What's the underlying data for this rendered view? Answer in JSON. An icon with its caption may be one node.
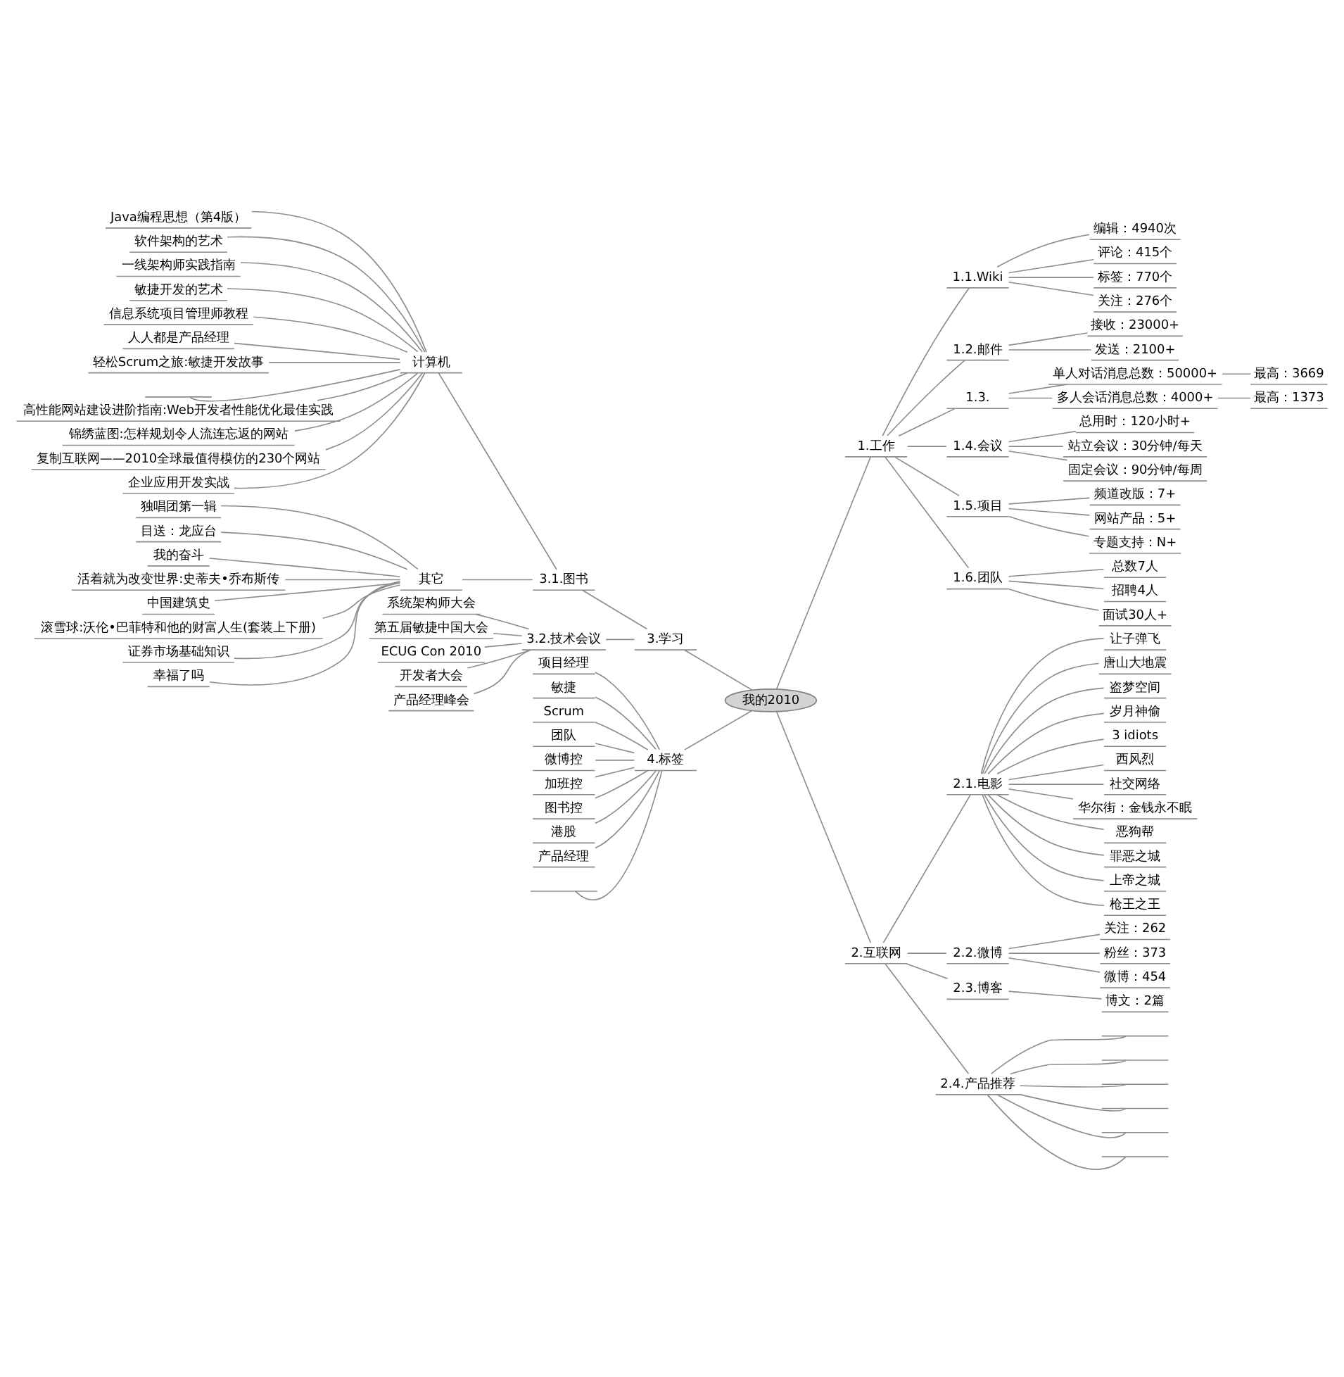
{
  "diagram": {
    "nodes": [
      {
        "text": [
          "我的2010"
        ]
      },
      {
        "text": [
          "1.工作"
        ]
      },
      {
        "text": [
          "1.1.Wiki"
        ]
      },
      {
        "text": [
          "编辑：4940次"
        ]
      },
      {
        "text": [
          "评论：415个"
        ]
      },
      {
        "text": [
          "标签：770个"
        ]
      },
      {
        "text": [
          "关注：276个"
        ]
      },
      {
        "text": [
          "1.2.邮件"
        ]
      },
      {
        "text": [
          "接收：23000+"
        ]
      },
      {
        "text": [
          "发送：2100+"
        ]
      },
      {
        "text": [
          "1.3."
        ]
      },
      {
        "text": [
          "单人对话消息总数：50000+"
        ]
      },
      {
        "text": [
          "最高：3669"
        ]
      },
      {
        "text": [
          "多人会话消息总数：4000+"
        ]
      },
      {
        "text": [
          "最高：1373"
        ]
      },
      {
        "text": [
          "1.4.会议"
        ]
      },
      {
        "text": [
          "总用时：120小时+"
        ]
      },
      {
        "text": [
          "站立会议：30分钟/每天"
        ]
      },
      {
        "text": [
          "固定会议：90分钟/每周"
        ]
      },
      {
        "text": [
          "1.5.项目"
        ]
      },
      {
        "text": [
          "频道改版：7+"
        ]
      },
      {
        "text": [
          "网站产品：5+"
        ]
      },
      {
        "text": [
          "专题支持：N+"
        ]
      },
      {
        "text": [
          "1.6.团队"
        ]
      },
      {
        "text": [
          "总数7人"
        ]
      },
      {
        "text": [
          "招聘4人"
        ]
      },
      {
        "text": [
          "面试30人+"
        ]
      },
      {
        "text": [
          "2.互联网"
        ]
      },
      {
        "text": [
          "2.1.电影"
        ]
      },
      {
        "text": [
          "让子弹飞"
        ]
      },
      {
        "text": [
          "唐山大地震"
        ]
      },
      {
        "text": [
          "盗梦空间"
        ]
      },
      {
        "text": [
          "岁月神偷"
        ]
      },
      {
        "text": [
          "3 idiots"
        ]
      },
      {
        "text": [
          "西风烈"
        ]
      },
      {
        "text": [
          "社交网络"
        ]
      },
      {
        "text": [
          "华尔街：金钱永不眠"
        ]
      },
      {
        "text": [
          "恶狗帮"
        ]
      },
      {
        "text": [
          "罪恶之城"
        ]
      },
      {
        "text": [
          "上帝之城"
        ]
      },
      {
        "text": [
          "枪王之王"
        ]
      },
      {
        "text": [
          "2.2.微博"
        ]
      },
      {
        "text": [
          "关注：262"
        ]
      },
      {
        "text": [
          "粉丝：373"
        ]
      },
      {
        "text": [
          "微博：454"
        ]
      },
      {
        "text": [
          "2.3.博客"
        ]
      },
      {
        "text": [
          "博文：2篇"
        ]
      },
      {
        "text": [
          "2.4.产品推荐"
        ]
      },
      {
        "text": [],
        "shape": "line"
      },
      {
        "text": [],
        "shape": "line"
      },
      {
        "text": [],
        "shape": "line"
      },
      {
        "text": [],
        "shape": "line"
      },
      {
        "text": [],
        "shape": "line"
      },
      {
        "text": [],
        "shape": "line"
      },
      {
        "text": [
          "3.学习"
        ]
      },
      {
        "text": [
          "3.1.图书"
        ]
      },
      {
        "text": [
          "计算机"
        ]
      },
      {
        "text": [
          "Java编程思想（第4版）"
        ]
      },
      {
        "text": [
          "软件架构的艺术"
        ]
      },
      {
        "text": [
          "一线架构师实践指南"
        ]
      },
      {
        "text": [
          "敏捷开发的艺术"
        ]
      },
      {
        "text": [
          "信息系统项目管理师教程"
        ]
      },
      {
        "text": [
          "人人都是产品经理"
        ]
      },
      {
        "text": [
          "轻松Scrum之旅:敏捷开发故事"
        ]
      },
      {
        "text": [],
        "shape": "line"
      },
      {
        "text": [
          "高性能网站建设进阶指南:Web开发者性能优化最佳实践"
        ]
      },
      {
        "text": [
          "锦绣蓝图:怎样规划令人流连忘返的网站"
        ]
      },
      {
        "text": [
          "复制互联网——2010全球最值得模仿的230个网站"
        ]
      },
      {
        "text": [
          "企业应用开发实战"
        ]
      },
      {
        "text": [
          "其它"
        ]
      },
      {
        "text": [
          "独唱团第一辑"
        ]
      },
      {
        "text": [
          "目送：龙应台"
        ]
      },
      {
        "text": [
          "我的奋斗"
        ]
      },
      {
        "text": [
          "活着就为改变世界:史蒂夫•乔布斯传"
        ]
      },
      {
        "text": [
          "中国建筑史"
        ]
      },
      {
        "text": [
          "滚雪球:沃伦•巴菲特和他的财富人生(套装上下册)"
        ]
      },
      {
        "text": [
          "证券市场基础知识"
        ]
      },
      {
        "text": [
          "幸福了吗"
        ]
      },
      {
        "text": [
          "3.2.技术会议"
        ]
      },
      {
        "text": [
          "系统架构师大会"
        ]
      },
      {
        "text": [
          "第五届敏捷中国大会"
        ]
      },
      {
        "text": [
          "ECUG Con 2010"
        ]
      },
      {
        "text": [
          "开发者大会"
        ]
      },
      {
        "text": [
          "产品经理峰会"
        ]
      },
      {
        "text": [
          "4.标签"
        ]
      },
      {
        "text": [
          "项目经理"
        ]
      },
      {
        "text": [
          "敏捷"
        ]
      },
      {
        "text": [
          "Scrum"
        ]
      },
      {
        "text": [
          "团队"
        ]
      },
      {
        "text": [
          "微博控"
        ]
      },
      {
        "text": [
          "加班控"
        ]
      },
      {
        "text": [
          "图书控"
        ]
      },
      {
        "text": [
          "港股"
        ]
      },
      {
        "text": [
          "产品经理"
        ]
      },
      {
        "text": [],
        "shape": "line"
      }
    ],
    "edges": [
      {
        "from": 0,
        "to": 1,
        "arrow": "none"
      },
      {
        "from": 1,
        "to": 2,
        "arrow": "none"
      },
      {
        "from": 2,
        "to": 3,
        "arrow": "none"
      },
      {
        "from": 2,
        "to": 4,
        "arrow": "none"
      },
      {
        "from": 2,
        "to": 5,
        "arrow": "none"
      },
      {
        "from": 2,
        "to": 6,
        "arrow": "none"
      },
      {
        "from": 1,
        "to": 7,
        "arrow": "none"
      },
      {
        "from": 7,
        "to": 8,
        "arrow": "none"
      },
      {
        "from": 7,
        "to": 9,
        "arrow": "none"
      },
      {
        "from": 1,
        "to": 10,
        "arrow": "none"
      },
      {
        "from": 10,
        "to": 11,
        "arrow": "none"
      },
      {
        "from": 11,
        "to": 12,
        "arrow": "none"
      },
      {
        "from": 10,
        "to": 13,
        "arrow": "none"
      },
      {
        "from": 13,
        "to": 14,
        "arrow": "none"
      },
      {
        "from": 1,
        "to": 15,
        "arrow": "none"
      },
      {
        "from": 15,
        "to": 16,
        "arrow": "none"
      },
      {
        "from": 15,
        "to": 17,
        "arrow": "none"
      },
      {
        "from": 15,
        "to": 18,
        "arrow": "none"
      },
      {
        "from": 1,
        "to": 19,
        "arrow": "none"
      },
      {
        "from": 19,
        "to": 20,
        "arrow": "none"
      },
      {
        "from": 19,
        "to": 21,
        "arrow": "none"
      },
      {
        "from": 19,
        "to": 22,
        "arrow": "none"
      },
      {
        "from": 1,
        "to": 23,
        "arrow": "none"
      },
      {
        "from": 23,
        "to": 24,
        "arrow": "none"
      },
      {
        "from": 23,
        "to": 25,
        "arrow": "none"
      },
      {
        "from": 23,
        "to": 26,
        "arrow": "none"
      },
      {
        "from": 0,
        "to": 27,
        "arrow": "none"
      },
      {
        "from": 27,
        "to": 28,
        "arrow": "none"
      },
      {
        "from": 28,
        "to": 29,
        "arrow": "none"
      },
      {
        "from": 28,
        "to": 30,
        "arrow": "none"
      },
      {
        "from": 28,
        "to": 31,
        "arrow": "none"
      },
      {
        "from": 28,
        "to": 32,
        "arrow": "none"
      },
      {
        "from": 28,
        "to": 33,
        "arrow": "none"
      },
      {
        "from": 28,
        "to": 34,
        "arrow": "none"
      },
      {
        "from": 28,
        "to": 35,
        "arrow": "none"
      },
      {
        "from": 28,
        "to": 36,
        "arrow": "none"
      },
      {
        "from": 28,
        "to": 37,
        "arrow": "none"
      },
      {
        "from": 28,
        "to": 38,
        "arrow": "none"
      },
      {
        "from": 28,
        "to": 39,
        "arrow": "none"
      },
      {
        "from": 28,
        "to": 40,
        "arrow": "none"
      },
      {
        "from": 27,
        "to": 41,
        "arrow": "none"
      },
      {
        "from": 41,
        "to": 42,
        "arrow": "none"
      },
      {
        "from": 41,
        "to": 43,
        "arrow": "none"
      },
      {
        "from": 41,
        "to": 44,
        "arrow": "none"
      },
      {
        "from": 27,
        "to": 45,
        "arrow": "none"
      },
      {
        "from": 45,
        "to": 46,
        "arrow": "none"
      },
      {
        "from": 27,
        "to": 47,
        "arrow": "none"
      },
      {
        "from": 47,
        "to": 48,
        "arrow": "none"
      },
      {
        "from": 47,
        "to": 49,
        "arrow": "none"
      },
      {
        "from": 47,
        "to": 50,
        "arrow": "none"
      },
      {
        "from": 47,
        "to": 51,
        "arrow": "none"
      },
      {
        "from": 47,
        "to": 52,
        "arrow": "none"
      },
      {
        "from": 47,
        "to": 53,
        "arrow": "none"
      },
      {
        "from": 0,
        "to": 54,
        "arrow": "none"
      },
      {
        "from": 54,
        "to": 55,
        "arrow": "none"
      },
      {
        "from": 55,
        "to": 56,
        "arrow": "none"
      },
      {
        "from": 56,
        "to": 57,
        "arrow": "none"
      },
      {
        "from": 56,
        "to": 58,
        "arrow": "none"
      },
      {
        "from": 56,
        "to": 59,
        "arrow": "none"
      },
      {
        "from": 56,
        "to": 60,
        "arrow": "none"
      },
      {
        "from": 56,
        "to": 61,
        "arrow": "none"
      },
      {
        "from": 56,
        "to": 62,
        "arrow": "none"
      },
      {
        "from": 56,
        "to": 63,
        "arrow": "none"
      },
      {
        "from": 56,
        "to": 64,
        "arrow": "none"
      },
      {
        "from": 56,
        "to": 65,
        "arrow": "none"
      },
      {
        "from": 56,
        "to": 66,
        "arrow": "none"
      },
      {
        "from": 56,
        "to": 67,
        "arrow": "none"
      },
      {
        "from": 56,
        "to": 68,
        "arrow": "none"
      },
      {
        "from": 55,
        "to": 69,
        "arrow": "none"
      },
      {
        "from": 69,
        "to": 70,
        "arrow": "none"
      },
      {
        "from": 69,
        "to": 71,
        "arrow": "none"
      },
      {
        "from": 69,
        "to": 72,
        "arrow": "none"
      },
      {
        "from": 69,
        "to": 73,
        "arrow": "none"
      },
      {
        "from": 69,
        "to": 74,
        "arrow": "none"
      },
      {
        "from": 69,
        "to": 75,
        "arrow": "none"
      },
      {
        "from": 69,
        "to": 76,
        "arrow": "none"
      },
      {
        "from": 69,
        "to": 77,
        "arrow": "none"
      },
      {
        "from": 54,
        "to": 78,
        "arrow": "none"
      },
      {
        "from": 78,
        "to": 79,
        "arrow": "none"
      },
      {
        "from": 78,
        "to": 80,
        "arrow": "none"
      },
      {
        "from": 78,
        "to": 81,
        "arrow": "none"
      },
      {
        "from": 78,
        "to": 82,
        "arrow": "none"
      },
      {
        "from": 78,
        "to": 83,
        "arrow": "none"
      },
      {
        "from": 0,
        "to": 84,
        "arrow": "none"
      },
      {
        "from": 84,
        "to": 85,
        "arrow": "none"
      },
      {
        "from": 84,
        "to": 86,
        "arrow": "none"
      },
      {
        "from": 84,
        "to": 87,
        "arrow": "none"
      },
      {
        "from": 84,
        "to": 88,
        "arrow": "none"
      },
      {
        "from": 84,
        "to": 89,
        "arrow": "none"
      },
      {
        "from": 84,
        "to": 90,
        "arrow": "none"
      },
      {
        "from": 84,
        "to": 91,
        "arrow": "none"
      },
      {
        "from": 84,
        "to": 92,
        "arrow": "none"
      },
      {
        "from": 84,
        "to": 93,
        "arrow": "none"
      },
      {
        "from": 84,
        "to": 94,
        "arrow": "none"
      }
    ]
  }
}
